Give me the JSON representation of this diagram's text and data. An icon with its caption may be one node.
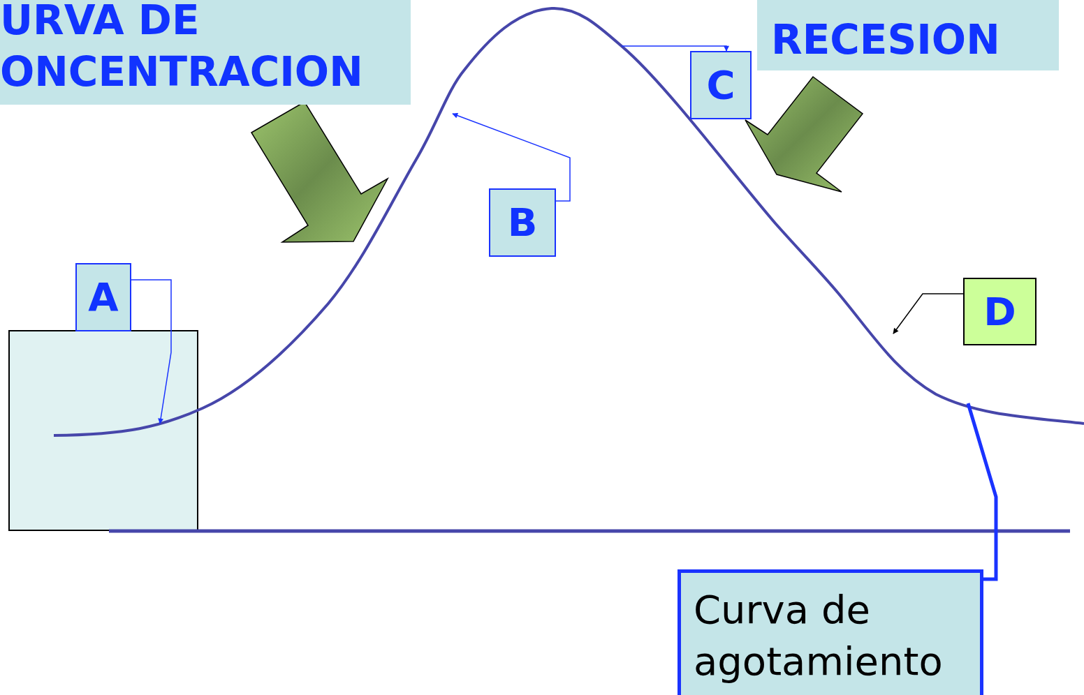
{
  "diagram": {
    "nodes": [
      {
        "text": [
          "URVA DE ONCENTRACION"
        ]
      },
      {
        "text": [
          "RECESION"
        ]
      },
      {
        "text": [
          "C"
        ]
      },
      {
        "text": [
          "B"
        ]
      },
      {
        "text": [
          "A"
        ]
      },
      {
        "text": [
          "D"
        ]
      },
      {
        "text": [],
        "shape": "box"
      },
      {
        "text": [
          "Curva de agotamiento"
        ]
      }
    ],
    "edges": [
      {
        "from": 4,
        "to": 6,
        "arrow": "to"
      },
      {
        "from": 3,
        "to": null,
        "arrow": "to"
      },
      {
        "from": null,
        "to": 2,
        "arrow": "to"
      },
      {
        "from": 5,
        "to": null,
        "arrow": "to",
        "color": "#000000"
      },
      {
        "from": 7,
        "to": null,
        "arrow": "none",
        "style": "thick"
      }
    ]
  }
}
